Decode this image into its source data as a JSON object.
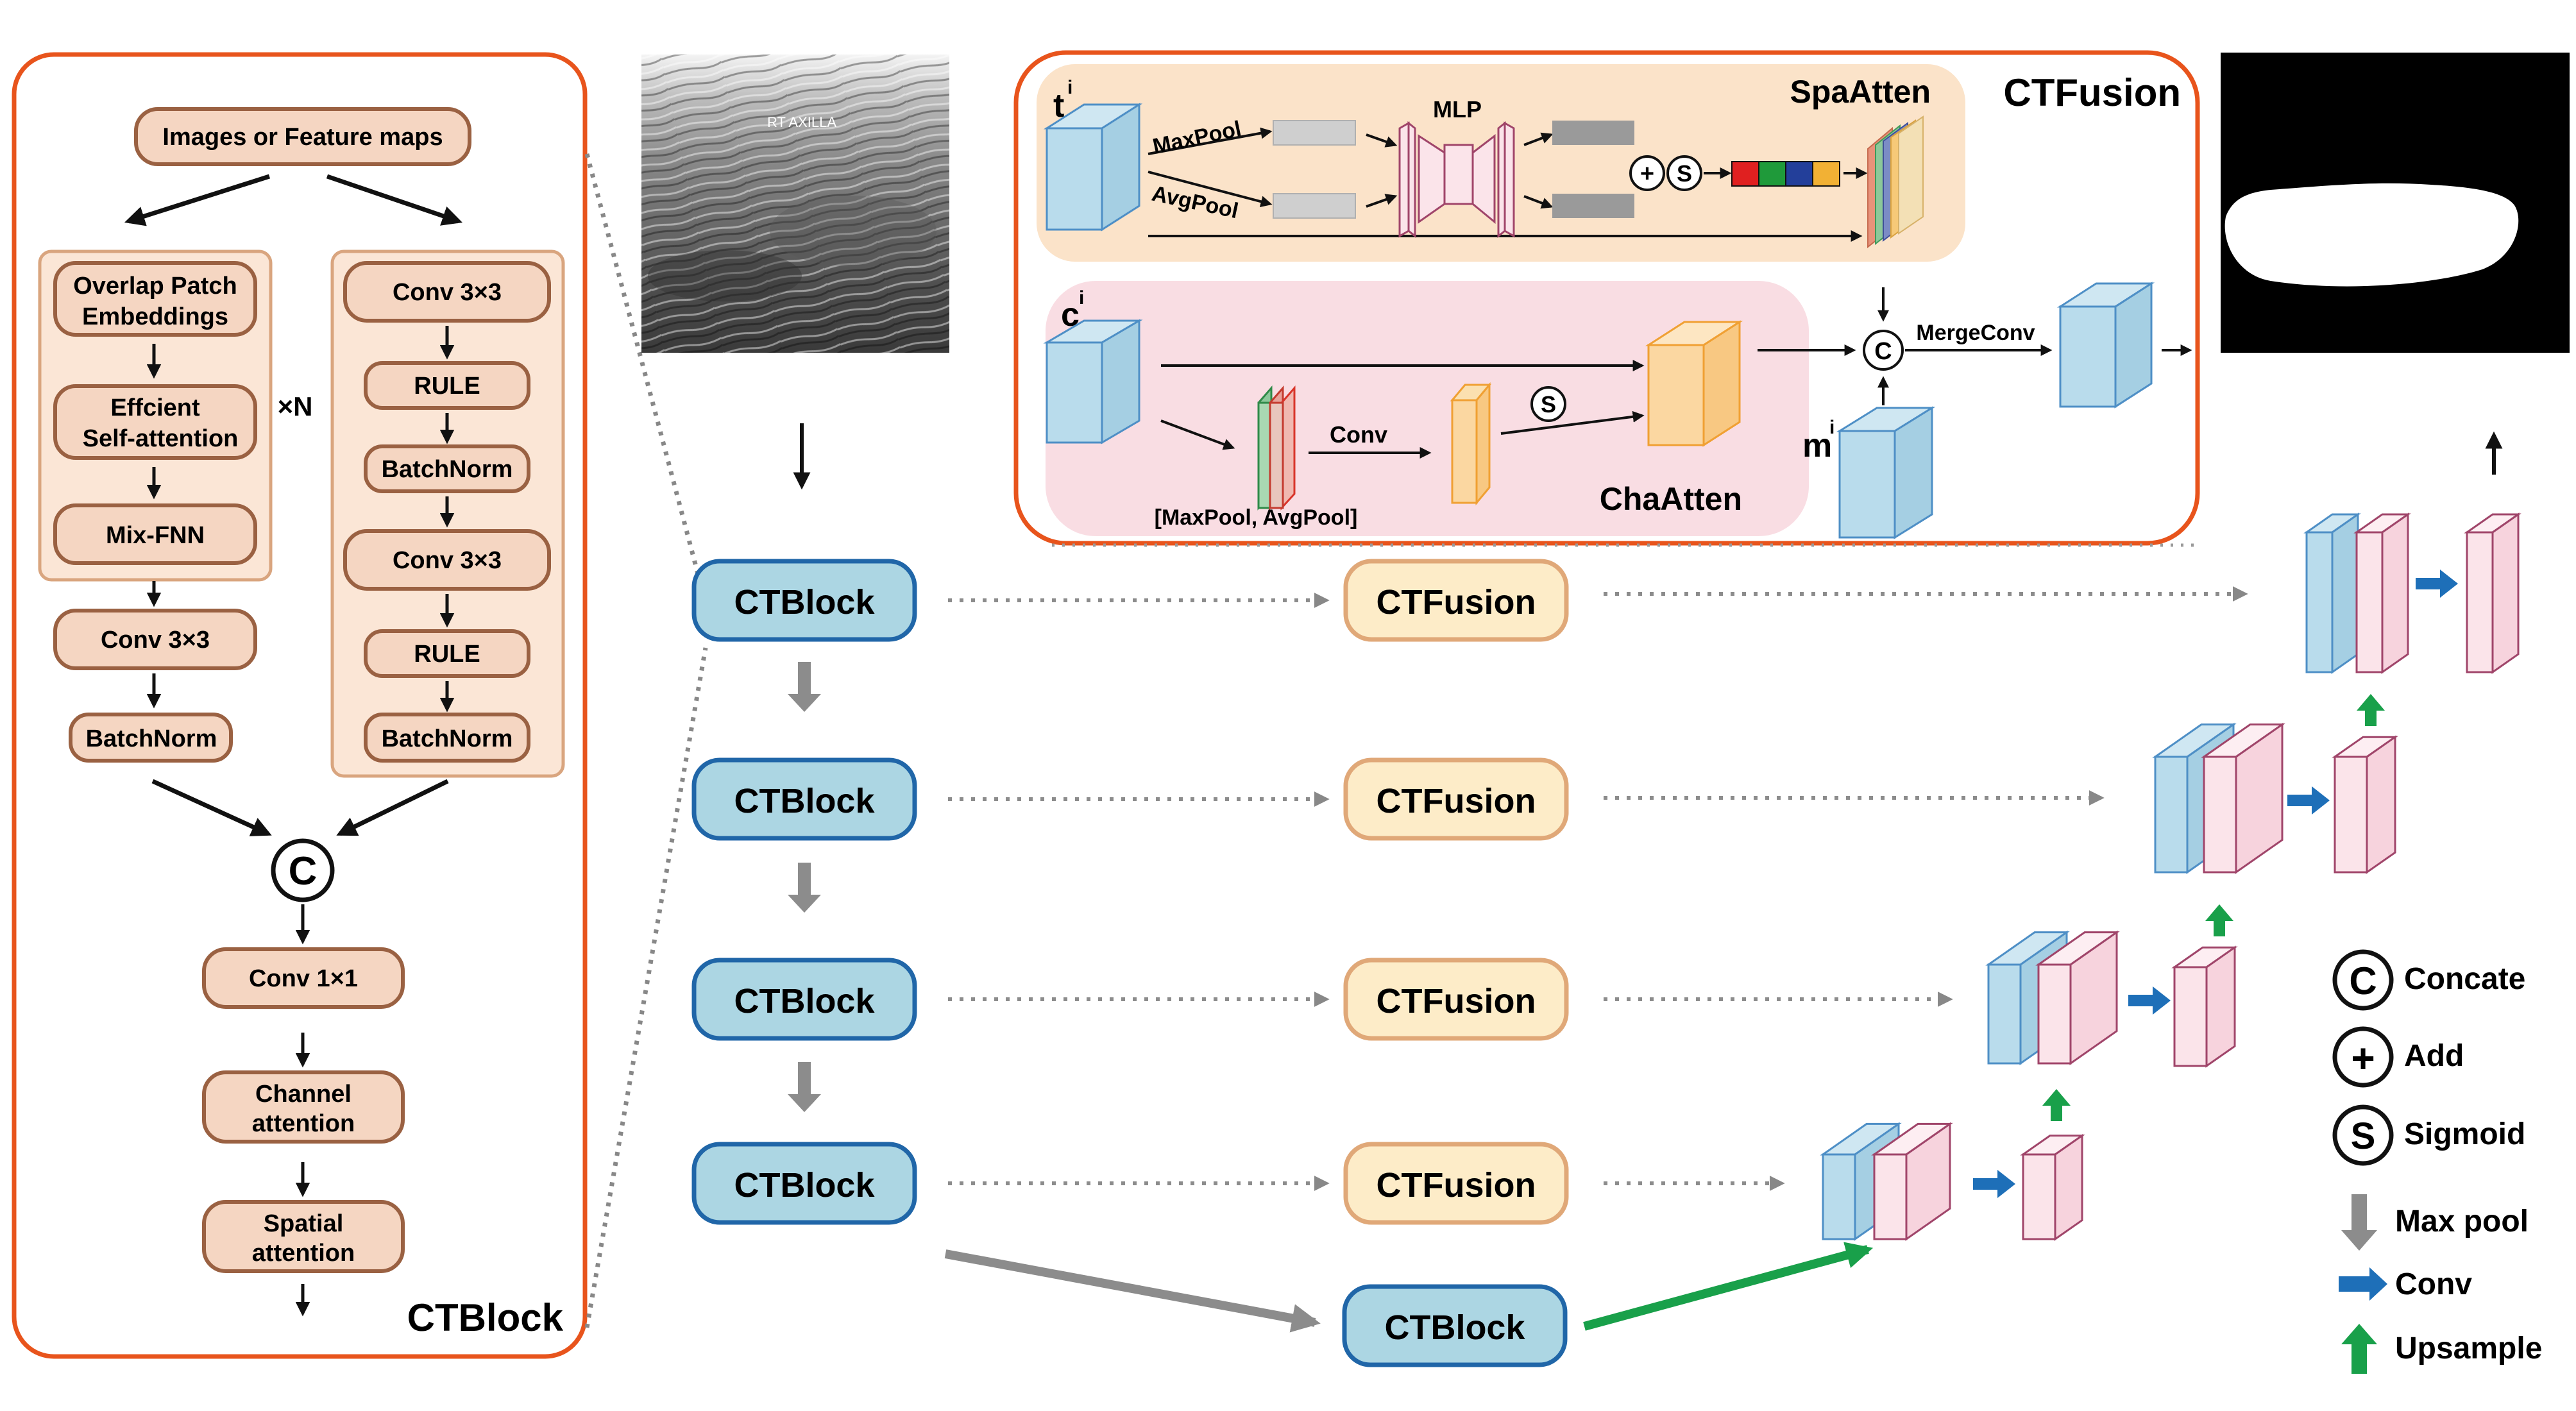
{
  "ctblock_panel": {
    "title": "CTBlock",
    "input": "Images or Feature maps",
    "left_branch": [
      "Overlap Patch",
      "Embeddings",
      "Effcient",
      "Self-attention",
      "Mix-FNN"
    ],
    "repeat": "×N",
    "right_branch": [
      "Conv 3×3",
      "RULE",
      "BatchNorm",
      "Conv 3×3",
      "RULE",
      "BatchNorm"
    ],
    "left_post": [
      "Conv 3×3",
      "BatchNorm"
    ],
    "concat_symbol": "C",
    "tail": [
      "Conv 1×1",
      "Channel",
      "attention",
      "Spatial",
      "attention"
    ]
  },
  "input_image": {
    "caption": "RT AXILLA"
  },
  "ctfusion_panel": {
    "title": "CTFusion",
    "spa_title": "SpaAtten",
    "t_label": "t",
    "c_label": "c",
    "m_label": "m",
    "sup": "i",
    "maxpool": "MaxPool",
    "avgpool": "AvgPool",
    "mlp": "MLP",
    "add_symbol": "+",
    "sigmoid_symbol": "S",
    "cha_title": "ChaAtten",
    "conv": "Conv",
    "pool_caption": "[MaxPool, AvgPool]",
    "merge": "MergeConv",
    "concat_symbol": "C",
    "strip_colors": [
      "#e02020",
      "#1f9a3a",
      "#233f9a",
      "#f2b134"
    ]
  },
  "pipeline": {
    "encoder": [
      "CTBlock",
      "CTBlock",
      "CTBlock",
      "CTBlock",
      "CTBlock"
    ],
    "fusion": [
      "CTFusion",
      "CTFusion",
      "CTFusion",
      "CTFusion"
    ]
  },
  "legend": {
    "concat": {
      "symbol": "C",
      "label": "Concate"
    },
    "add": {
      "symbol": "+",
      "label": "Add"
    },
    "sigmoid": {
      "symbol": "S",
      "label": "Sigmoid"
    },
    "maxpool": "Max pool",
    "conv": "Conv",
    "upsample": "Upsample"
  },
  "colors": {
    "panel_border": "#e8541c",
    "block_fill": "#f5d6c2",
    "block_stroke": "#9a6142",
    "group_fill": "#fbe6d6",
    "group_stroke": "#d9a57f",
    "ct_fill": "#acd6e3",
    "ct_stroke": "#2066a8",
    "fusion_fill": "#fdecc8",
    "fusion_stroke": "#e0a878",
    "spa_bg": "#fbe3c9",
    "cha_bg": "#f9dde3",
    "blue_cube": "#b9dcec",
    "pink_cube": "#fbe4ea",
    "maxpool_arrow": "#8c8c8c",
    "conv_arrow": "#1e6fb8",
    "upsample_arrow": "#19a04a"
  }
}
